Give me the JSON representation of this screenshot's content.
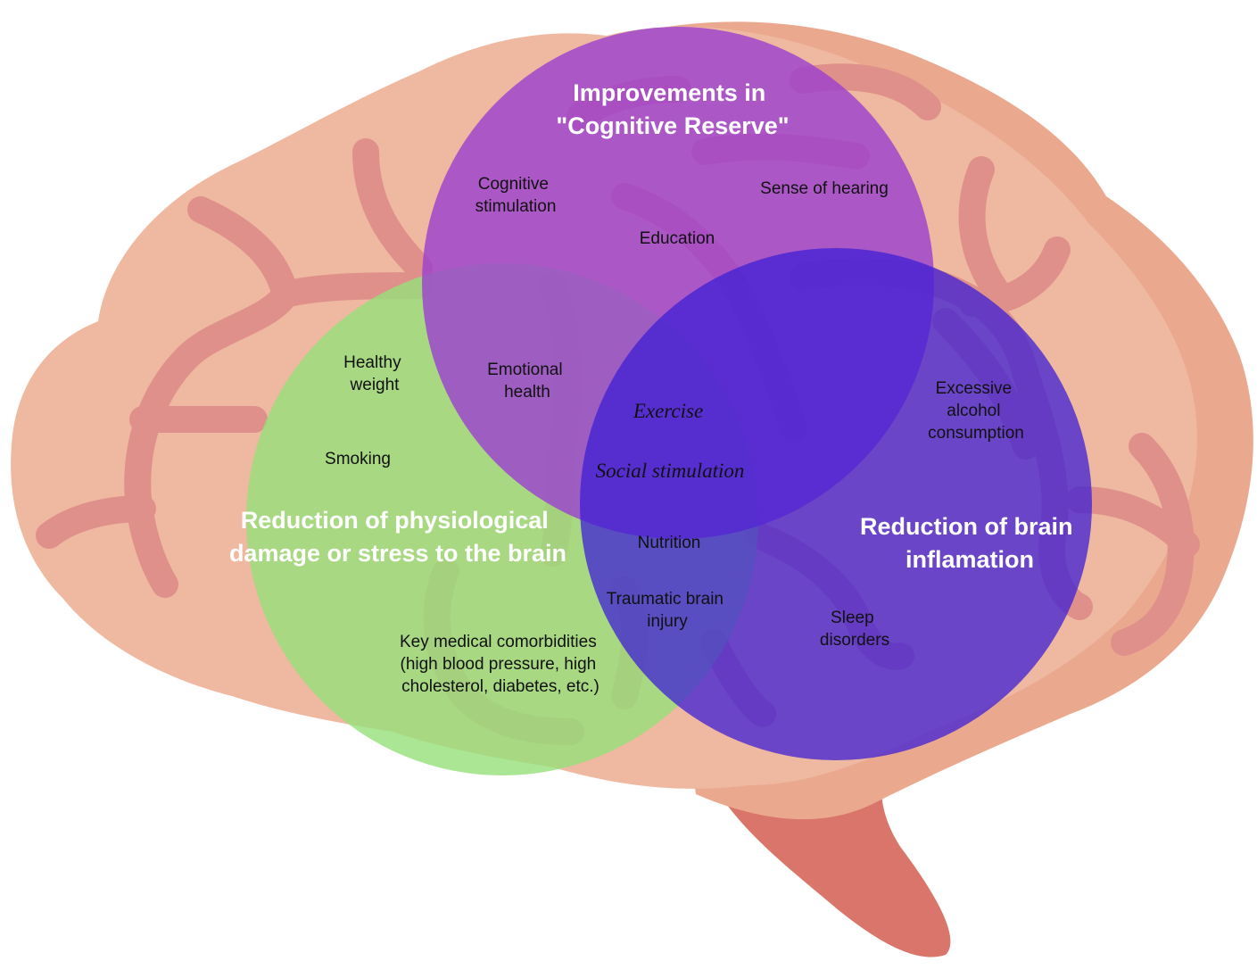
{
  "circles": {
    "cognitive_reserve": {
      "title_lines": [
        "Improvements in",
        "\"Cognitive Reserve\""
      ],
      "color": "#9b3fd0"
    },
    "physiological": {
      "title_lines": [
        "Reduction of physiological",
        "damage or stress to the brain"
      ],
      "color": "#96e07a"
    },
    "inflammation": {
      "title_lines": [
        "Reduction of brain",
        "inflamation"
      ],
      "color": "#3d1fd6"
    }
  },
  "factors": {
    "cognitive_stimulation": [
      "Cognitive",
      "stimulation"
    ],
    "sense_of_hearing": [
      "Sense of hearing"
    ],
    "education": [
      "Education"
    ],
    "healthy_weight": [
      "Healthy",
      "weight"
    ],
    "emotional_health": [
      "Emotional",
      "health"
    ],
    "exercise": [
      "Exercise"
    ],
    "social_stimulation": [
      "Social stimulation"
    ],
    "excessive_alcohol": [
      "Excessive",
      "alcohol",
      "consumption"
    ],
    "smoking": [
      "Smoking"
    ],
    "nutrition": [
      "Nutrition"
    ],
    "traumatic_brain_injury": [
      "Traumatic brain",
      "injury"
    ],
    "sleep_disorders": [
      "Sleep",
      "disorders"
    ],
    "key_medical_comorbidities": [
      "Key medical comorbidities",
      "(high blood pressure, high",
      "cholesterol, diabetes, etc.)"
    ]
  },
  "colors": {
    "brain": "#efb8a0",
    "brain_back": "#eaa98f",
    "folds": "#e0908a",
    "stem": "#d9756a"
  }
}
